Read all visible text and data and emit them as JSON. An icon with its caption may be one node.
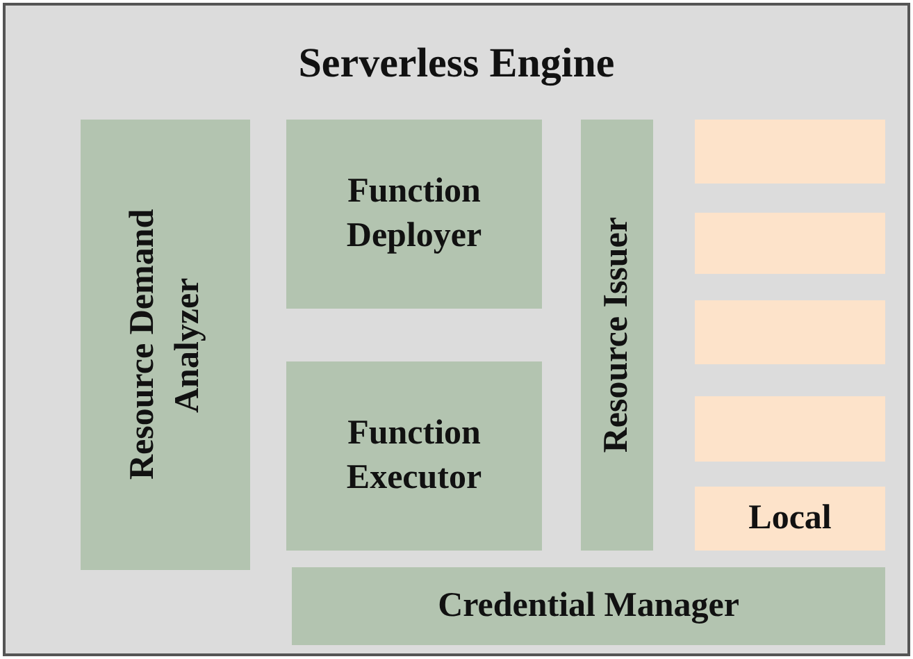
{
  "diagram": {
    "nodes": [
      {
        "text": [
          "Serverless Engine"
        ]
      },
      {
        "text": [
          "Resource Demand Analyzer"
        ],
        "in": 0
      },
      {
        "text": [
          "Function Deployer"
        ],
        "in": 0
      },
      {
        "text": [
          "Function Executor"
        ],
        "in": 0
      },
      {
        "text": [
          "Resource Issuer"
        ],
        "in": 0
      },
      {
        "text": [],
        "shape": "box",
        "in": 0
      },
      {
        "text": [],
        "shape": "box",
        "in": 0
      },
      {
        "text": [],
        "shape": "box",
        "in": 0
      },
      {
        "text": [],
        "shape": "box",
        "in": 0
      },
      {
        "text": [
          "Local"
        ],
        "in": 0
      },
      {
        "text": [
          "Credential Manager"
        ],
        "in": 0
      }
    ],
    "edges": []
  }
}
